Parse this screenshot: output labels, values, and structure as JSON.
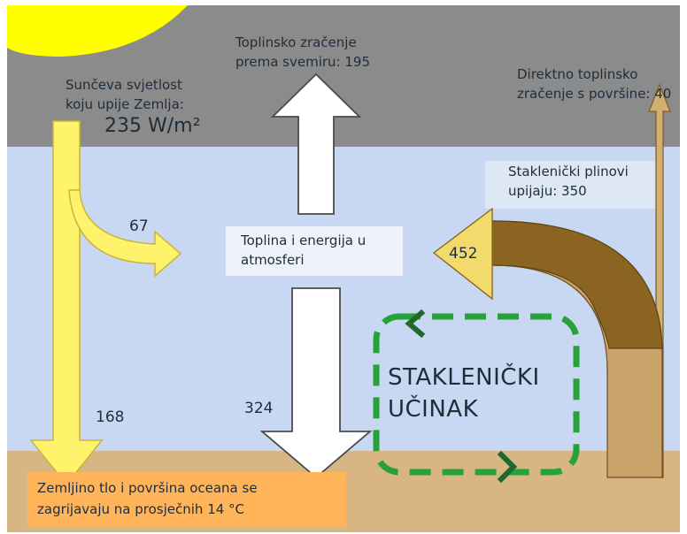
{
  "labels": {
    "solar_line1": "Sunčeva svjetlost",
    "solar_line2": "koju upije Zemlja:",
    "solar_value": "235 W/m²",
    "space_line1": "Toplinsko zračenje",
    "space_line2": "prema svemiru: 195",
    "direct_line1": "Direktno toplinsko",
    "direct_line2": "zračenje s površine: 40",
    "ghg_line1": "Staklenički plinovi",
    "ghg_line2": "upijaju: 350",
    "atmo_line1": "Toplina i energija u",
    "atmo_line2": "atmosferi",
    "surface_line1": "Zemljino tlo i površina oceana se",
    "surface_line2": "zagrijavaju na prosječnih 14 °C",
    "effect_line1": "STAKLENIČKI",
    "effect_line2": "UČINAK"
  },
  "flows": {
    "to_atmosphere": "67",
    "to_surface": "168",
    "back_radiation": "324",
    "ghg_emission": "452"
  },
  "colors": {
    "space": "#8b8b8b",
    "atmosphere": "#c8d8f2",
    "ground": "#d7b684",
    "sun": "#ffff00",
    "solar_arrow": "#fff36b",
    "surface_box": "#ffb45a",
    "ghg_dark": "#8a6420",
    "ghg_light": "#c9a36a",
    "arrow_452": "#f3da6c",
    "loop": "#27a13a",
    "white_box": "#eef3fb"
  }
}
